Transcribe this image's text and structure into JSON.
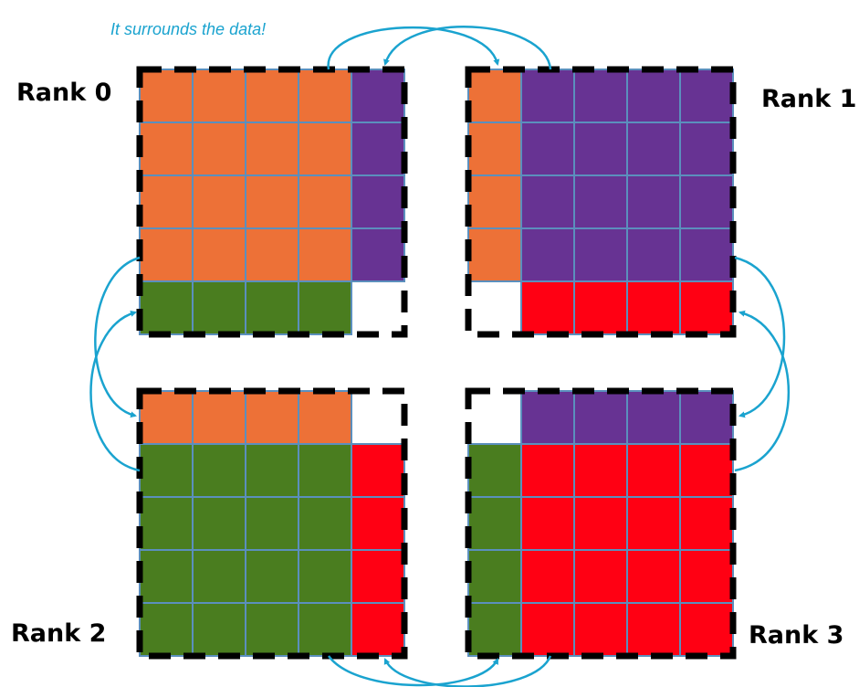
{
  "annotation": "It surrounds the data!",
  "ranks": [
    {
      "label": "Rank 0",
      "grid": [
        [
          "O",
          "O",
          "O",
          "O",
          "P"
        ],
        [
          "O",
          "O",
          "O",
          "O",
          "P"
        ],
        [
          "O",
          "O",
          "O",
          "O",
          "P"
        ],
        [
          "O",
          "O",
          "O",
          "O",
          "P"
        ],
        [
          "G",
          "G",
          "G",
          "G",
          ""
        ]
      ]
    },
    {
      "label": "Rank 1",
      "grid": [
        [
          "O",
          "P",
          "P",
          "P",
          "P"
        ],
        [
          "O",
          "P",
          "P",
          "P",
          "P"
        ],
        [
          "O",
          "P",
          "P",
          "P",
          "P"
        ],
        [
          "O",
          "P",
          "P",
          "P",
          "P"
        ],
        [
          "",
          "R",
          "R",
          "R",
          "R"
        ]
      ]
    },
    {
      "label": "Rank 2",
      "grid": [
        [
          "O",
          "O",
          "O",
          "O",
          ""
        ],
        [
          "G",
          "G",
          "G",
          "G",
          "R"
        ],
        [
          "G",
          "G",
          "G",
          "G",
          "R"
        ],
        [
          "G",
          "G",
          "G",
          "G",
          "R"
        ],
        [
          "G",
          "G",
          "G",
          "G",
          "R"
        ]
      ]
    },
    {
      "label": "Rank 3",
      "grid": [
        [
          "",
          "P",
          "P",
          "P",
          "P"
        ],
        [
          "G",
          "R",
          "R",
          "R",
          "R"
        ],
        [
          "G",
          "R",
          "R",
          "R",
          "R"
        ],
        [
          "G",
          "R",
          "R",
          "R",
          "R"
        ],
        [
          "G",
          "R",
          "R",
          "R",
          "R"
        ]
      ]
    }
  ],
  "colors": {
    "O": "#ed7137",
    "P": "#673393",
    "G": "#4a7d1f",
    "R": "#ff0013",
    "cell_border": "#5b8fbd",
    "halo_border": "#000000",
    "arrow": "#1aa3cf",
    "annotation_text": "#1aa3cf"
  }
}
